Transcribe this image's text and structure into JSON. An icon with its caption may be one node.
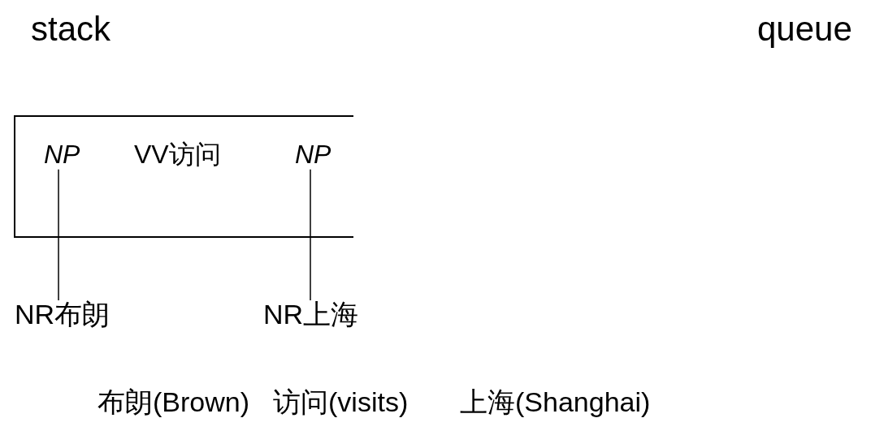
{
  "diagram": {
    "nodes": [
      {
        "text": [],
        "shape": "box"
      },
      {
        "text": [
          "NP"
        ],
        "in": 0
      },
      {
        "text": [
          "VV访问"
        ],
        "in": 0
      },
      {
        "text": [
          "NP"
        ],
        "in": 0
      },
      {
        "text": [
          "NR布朗"
        ]
      },
      {
        "text": [
          "NR上海"
        ]
      }
    ],
    "edges": [
      {
        "from": 1,
        "to": 4,
        "arrow": "none"
      },
      {
        "from": 3,
        "to": 5,
        "arrow": "none"
      }
    ],
    "labels": [
      "stack",
      "queue",
      "布朗(Brown)",
      "访问(visits)",
      "上海(Shanghai)"
    ]
  }
}
